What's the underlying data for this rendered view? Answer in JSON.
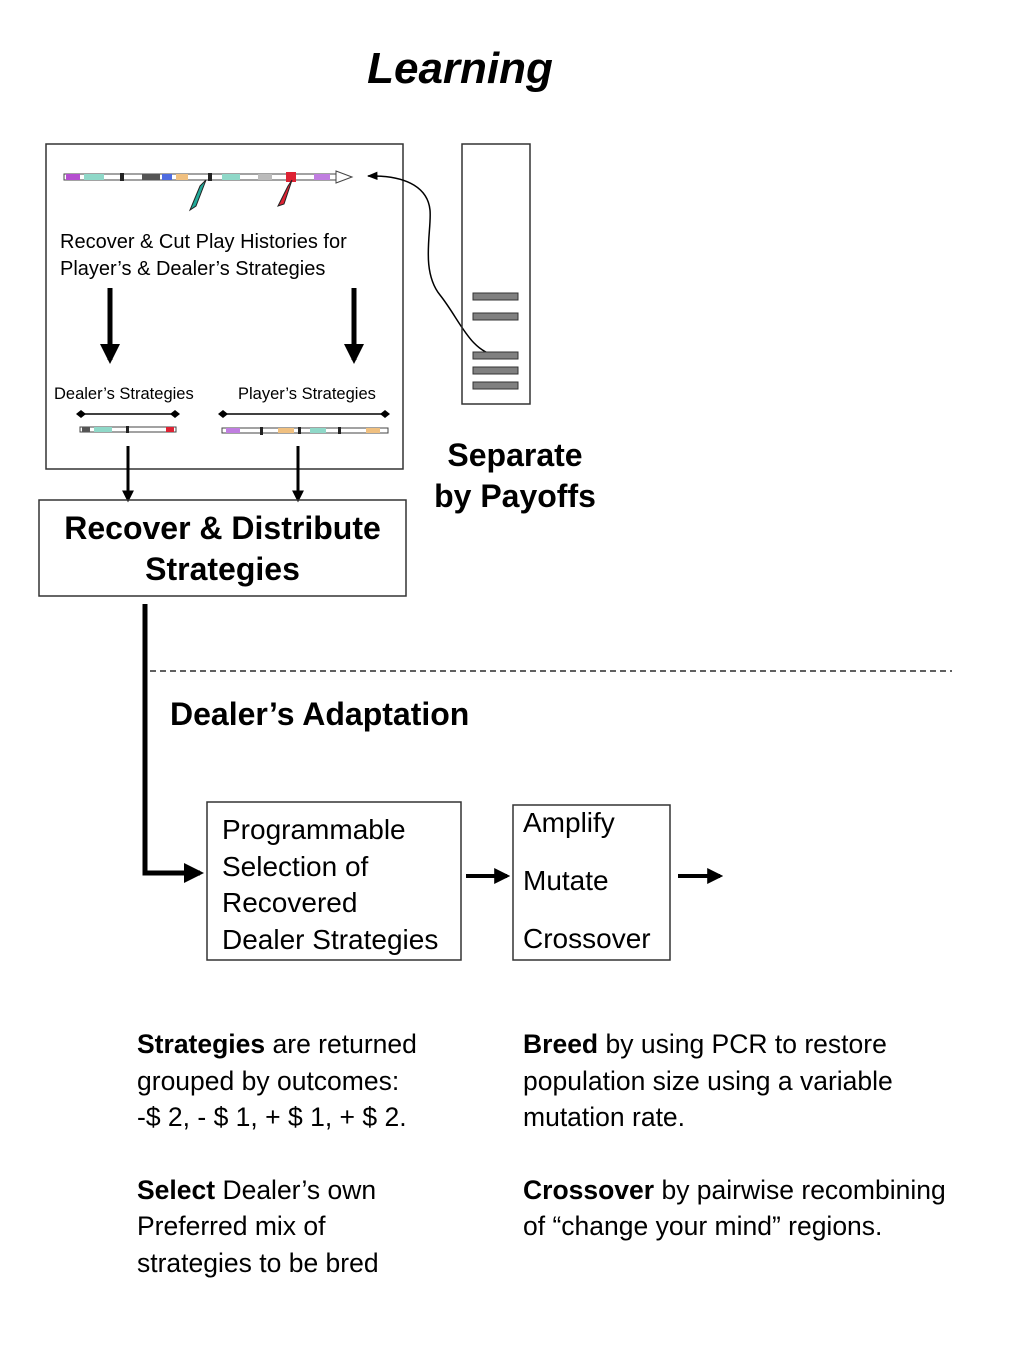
{
  "title": "Learning",
  "top_box": {
    "caption_line1": "Recover & Cut Play Histories for",
    "caption_line2": "Player’s  & Dealer’s Strategies",
    "dealer_label": "Dealer’s Strategies",
    "player_label": "Player’s Strategies"
  },
  "separate": {
    "line1": "Separate",
    "line2": "by Payoffs"
  },
  "recover_box": {
    "line1": "Recover & Distribute",
    "line2": "Strategies"
  },
  "adaptation_label": "Dealer’s Adaptation",
  "selection_box": {
    "lines": [
      "Programmable",
      "Selection of",
      "Recovered",
      "Dealer Strategies"
    ]
  },
  "ops_box": {
    "amplify": "Amplify",
    "mutate": "Mutate",
    "crossover": "Crossover"
  },
  "notes": {
    "strategies_bold": "Strategies",
    "strategies_rest1": " are returned",
    "strategies_line2": "grouped by outcomes:",
    "strategies_line3": "-$ 2, - $ 1, + $ 1, + $ 2.",
    "select_bold": "Select",
    "select_rest1": " Dealer’s own",
    "select_line2": "Preferred mix of",
    "select_line3": "strategies to be bred",
    "breed_bold": "Breed",
    "breed_rest1": " by using PCR to restore",
    "breed_line2": "population size using a variable",
    "breed_line3": "mutation rate.",
    "crossover_bold": "Crossover",
    "crossover_rest1": " by pairwise recombining",
    "crossover_line2": "of “change your mind” regions."
  },
  "colors": {
    "stroke": "#000000",
    "box_border": "#333333",
    "gel_band": "#808080"
  }
}
